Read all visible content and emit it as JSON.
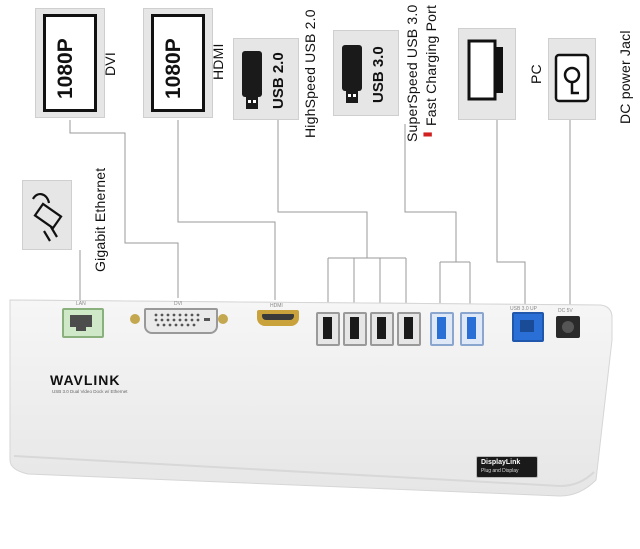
{
  "ports": {
    "dvi": {
      "resolution": "1080P",
      "label": "DVI"
    },
    "hdmi": {
      "resolution": "1080P",
      "label": "HDMI"
    },
    "usb2": {
      "icon_text": "USB 2.0",
      "label": "HighSpeed USB 2.0"
    },
    "usb3": {
      "icon_text": "USB 3.0",
      "label_1": "SuperSpeed USB 3.0",
      "label_2": "Fast Charging Port"
    },
    "pc": {
      "label": "PC"
    },
    "dc": {
      "label": "DC power Jacl"
    },
    "ethernet": {
      "label": "Gigabit Ethernet"
    }
  },
  "device": {
    "brand": "WAVLINK",
    "tagline": "USB 3.0 Dual Video Dock w/ Ethernet",
    "badge_line1": "DisplayLink",
    "badge_line2": "Plug and Display",
    "port_marks": {
      "lan": "LAN",
      "dvi": "DVI",
      "hdmi": "HDMI",
      "usb_up": "USB 3.0 UP",
      "dc": "DC 5V"
    }
  },
  "colors": {
    "device_body": "#f3f3f3",
    "usb3_blue": "#2a6fd6",
    "usb2_black": "#1a1a1a",
    "hdmi_gold": "#c9a23c",
    "charge_red": "#d02020",
    "tile_gray": "#e6e6e6"
  }
}
